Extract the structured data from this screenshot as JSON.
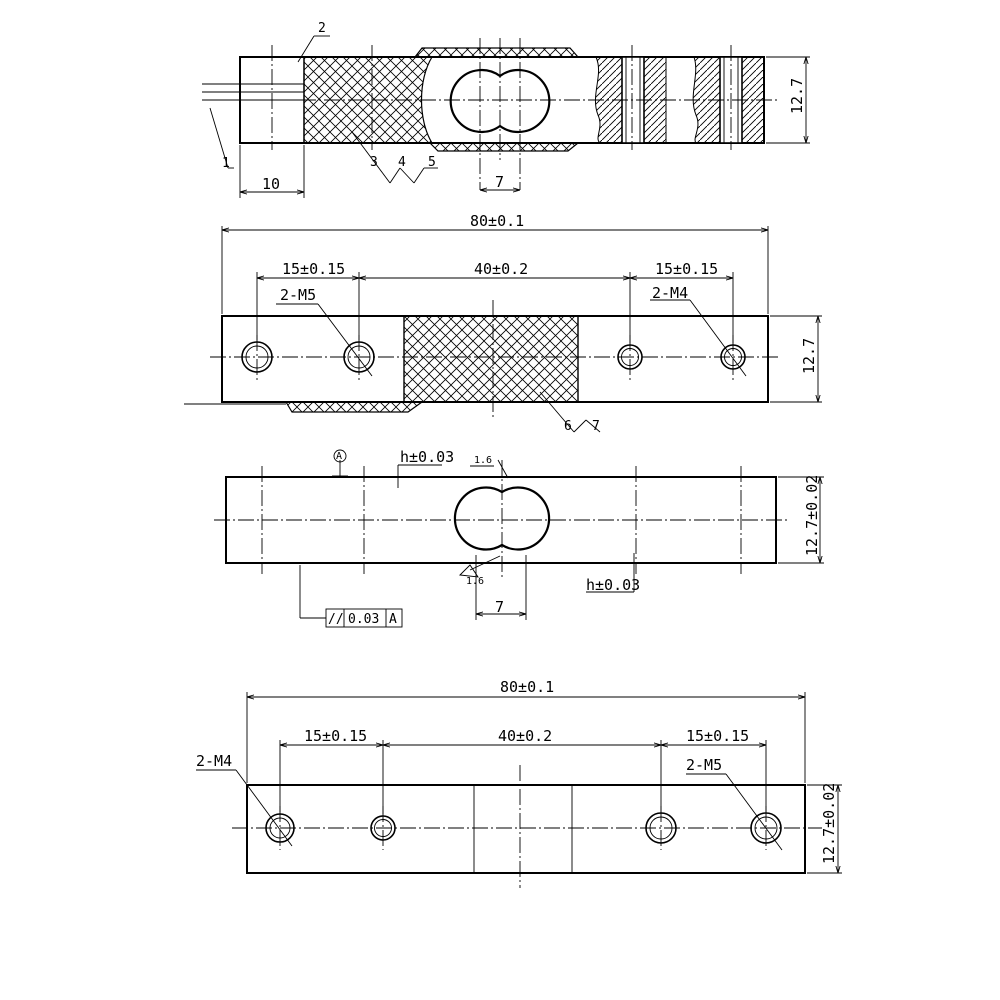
{
  "view1": {
    "callouts": [
      "1",
      "2",
      "3",
      "4",
      "5"
    ],
    "dim_left": "10",
    "dim_slot": "7",
    "dim_height": "12.7"
  },
  "view2": {
    "dim_total": "80±0.1",
    "dim_left": "15±0.15",
    "dim_mid": "40±0.2",
    "dim_right": "15±0.15",
    "hole_left": "2-M5",
    "hole_right": "2-M4",
    "dim_height": "12.7",
    "callouts": [
      "6",
      "7"
    ]
  },
  "view3": {
    "datum": "A",
    "h_top": "h±0.03",
    "h_bottom": "h±0.03",
    "r_top": "1.6",
    "r_bottom": "1.6",
    "dim_height": "12.7±0.02",
    "dim_slot": "7",
    "tolerance_symbol": "//",
    "tolerance_value": "0.03",
    "tolerance_datum": "A"
  },
  "view4": {
    "dim_total": "80±0.1",
    "dim_left": "15±0.15",
    "dim_mid": "40±0.2",
    "dim_right": "15±0.15",
    "hole_left": "2-M4",
    "hole_right": "2-M5",
    "dim_height": "12.7±0.02"
  }
}
